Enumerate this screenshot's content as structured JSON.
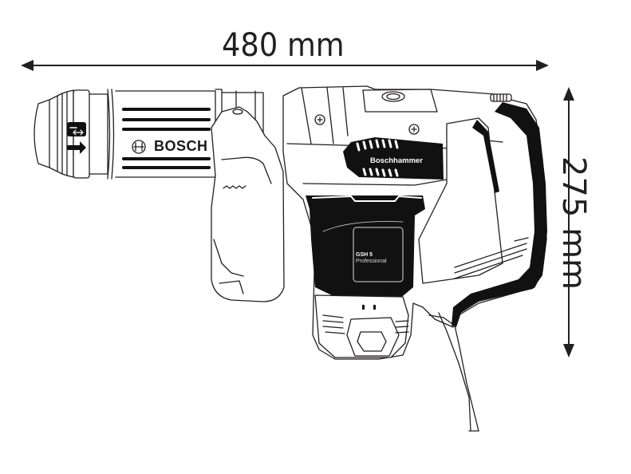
{
  "figure": {
    "type": "dimension-drawing",
    "subject": "demolition hammer line drawing",
    "colors": {
      "line": "#231f20",
      "fill_dark": "#111111",
      "background": "#ffffff"
    }
  },
  "dimensions": {
    "width": {
      "value": "480",
      "unit": "mm",
      "label": "480 mm"
    },
    "height": {
      "value": "275",
      "unit": "mm",
      "label": "275 mm"
    }
  },
  "product": {
    "brand": "BOSCH",
    "feature_label": "Boschhammer",
    "model": "GSH 5",
    "model_line": "Professional"
  },
  "icons": {
    "chuck_lock_symbol": "lock-release-icon",
    "direction_arrow": "arrow-right-icon",
    "brand_logo": "bosch-armature-logo-icon"
  }
}
